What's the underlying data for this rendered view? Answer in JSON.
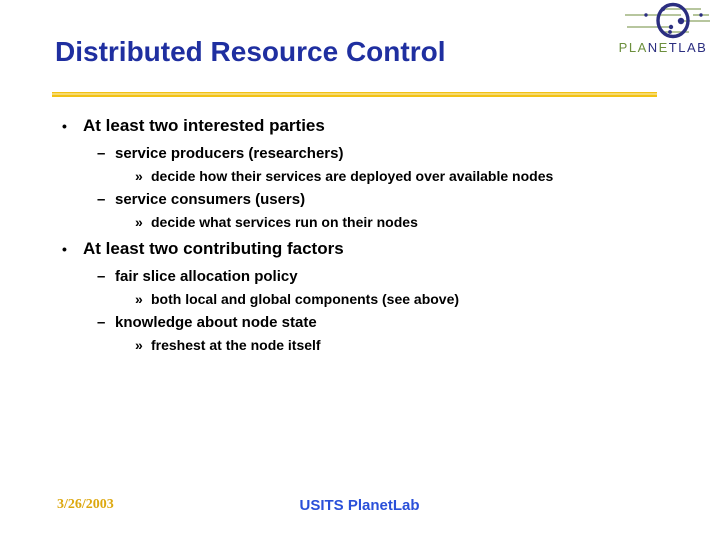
{
  "colors": {
    "title_blue": "#1F2FA0",
    "divider_gold": "#F2C215",
    "date_gold": "#DDA80F",
    "footer_blue": "#2A50D9",
    "logo_navy": "#2B2E80",
    "logo_green": "#6C8F3D",
    "logo_line_green": "#8CA563",
    "body_text": "#000000"
  },
  "header": {
    "title": "Distributed Resource Control"
  },
  "logo": {
    "letters": [
      {
        "ch": "P",
        "color": "green"
      },
      {
        "ch": "L",
        "color": "green"
      },
      {
        "ch": "A",
        "color": "green"
      },
      {
        "ch": "N",
        "color": "navy"
      },
      {
        "ch": "E",
        "color": "green"
      },
      {
        "ch": "T",
        "color": "navy"
      },
      {
        "ch": "L",
        "color": "navy"
      },
      {
        "ch": "A",
        "color": "navy"
      },
      {
        "ch": "B",
        "color": "navy"
      }
    ]
  },
  "bullets": [
    {
      "level": 1,
      "marker": "•",
      "text": "At least two interested parties"
    },
    {
      "level": 2,
      "marker": "–",
      "text": "service producers (researchers)"
    },
    {
      "level": 3,
      "marker": "»",
      "text": "decide how their services are deployed over available nodes"
    },
    {
      "level": 2,
      "marker": "–",
      "text": "service consumers (users)"
    },
    {
      "level": 3,
      "marker": "»",
      "text": "decide what services run on their nodes"
    },
    {
      "level": 1,
      "marker": "•",
      "text": "At least two contributing factors"
    },
    {
      "level": 2,
      "marker": "–",
      "text": "fair slice allocation policy"
    },
    {
      "level": 3,
      "marker": "»",
      "text": "both local and global components (see above)"
    },
    {
      "level": 2,
      "marker": "–",
      "text": "knowledge about node state"
    },
    {
      "level": 3,
      "marker": "»",
      "text": "freshest at the node itself"
    }
  ],
  "footer": {
    "date": "3/26/2003",
    "center_text": "USITS PlanetLab"
  }
}
